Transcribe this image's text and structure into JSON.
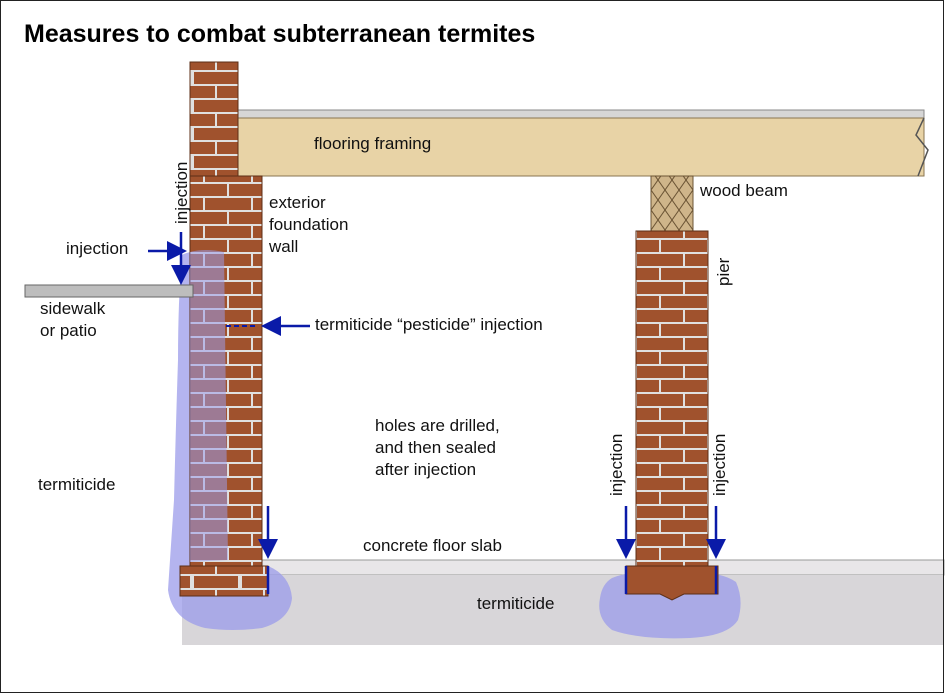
{
  "title": "Measures to combat subterranean termites",
  "labels": {
    "flooring_framing": "flooring framing",
    "wood_beam": "wood beam",
    "exterior_wall": "exterior\nfoundation\nwall",
    "pier": "pier",
    "injection": "injection",
    "sidewalk": "sidewalk\nor patio",
    "pesticide_injection": "termiticide “pesticide” injection",
    "holes_note": "holes are drilled,\nand then sealed\nafter injection",
    "termiticide_left": "termiticide",
    "concrete_slab": "concrete floor slab",
    "termiticide_bottom": "termiticide"
  },
  "colors": {
    "brick": "#a0522d",
    "mortar": "#d9d9d9",
    "wood": "#e8d3a6",
    "slab": "#d8d6d9",
    "termiticide": "#9b9bea",
    "arrow": "#0a1aa8"
  }
}
